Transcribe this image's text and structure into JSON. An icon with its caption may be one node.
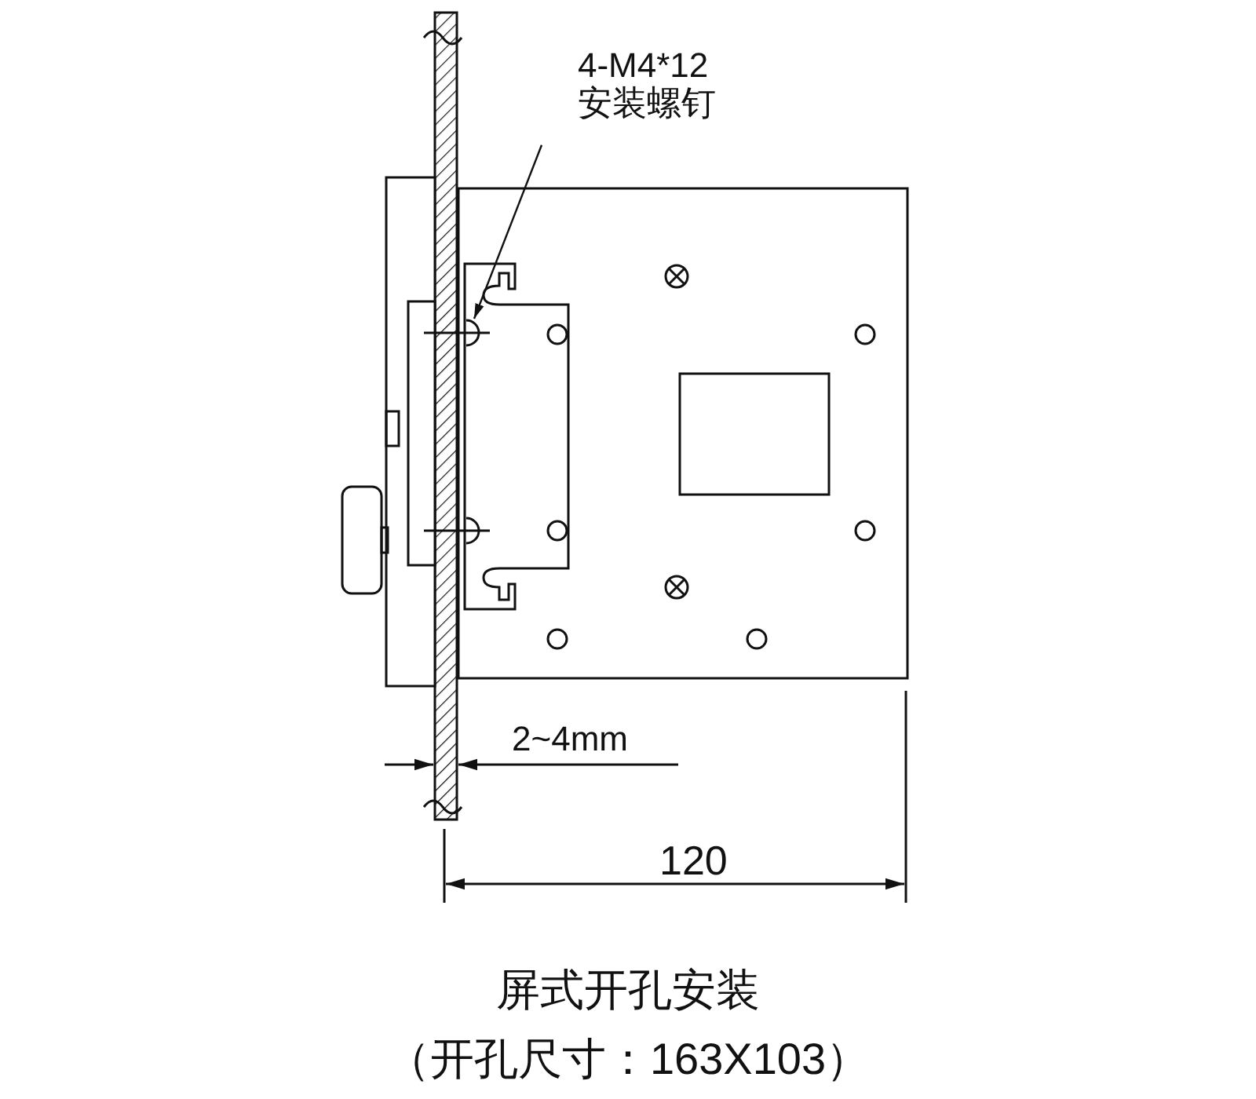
{
  "diagram": {
    "title": "屏式开孔安装",
    "caption": "（开孔尺寸：163X103）",
    "nodes": [
      {
        "text": [
          "4-M4*12",
          "安装螺钉"
        ]
      },
      {
        "text": [],
        "shape": "picture"
      }
    ],
    "edges": [
      {
        "from": 0,
        "to": 1,
        "arrow": "to"
      }
    ],
    "labels": [
      "2~4mm",
      "120"
    ]
  }
}
